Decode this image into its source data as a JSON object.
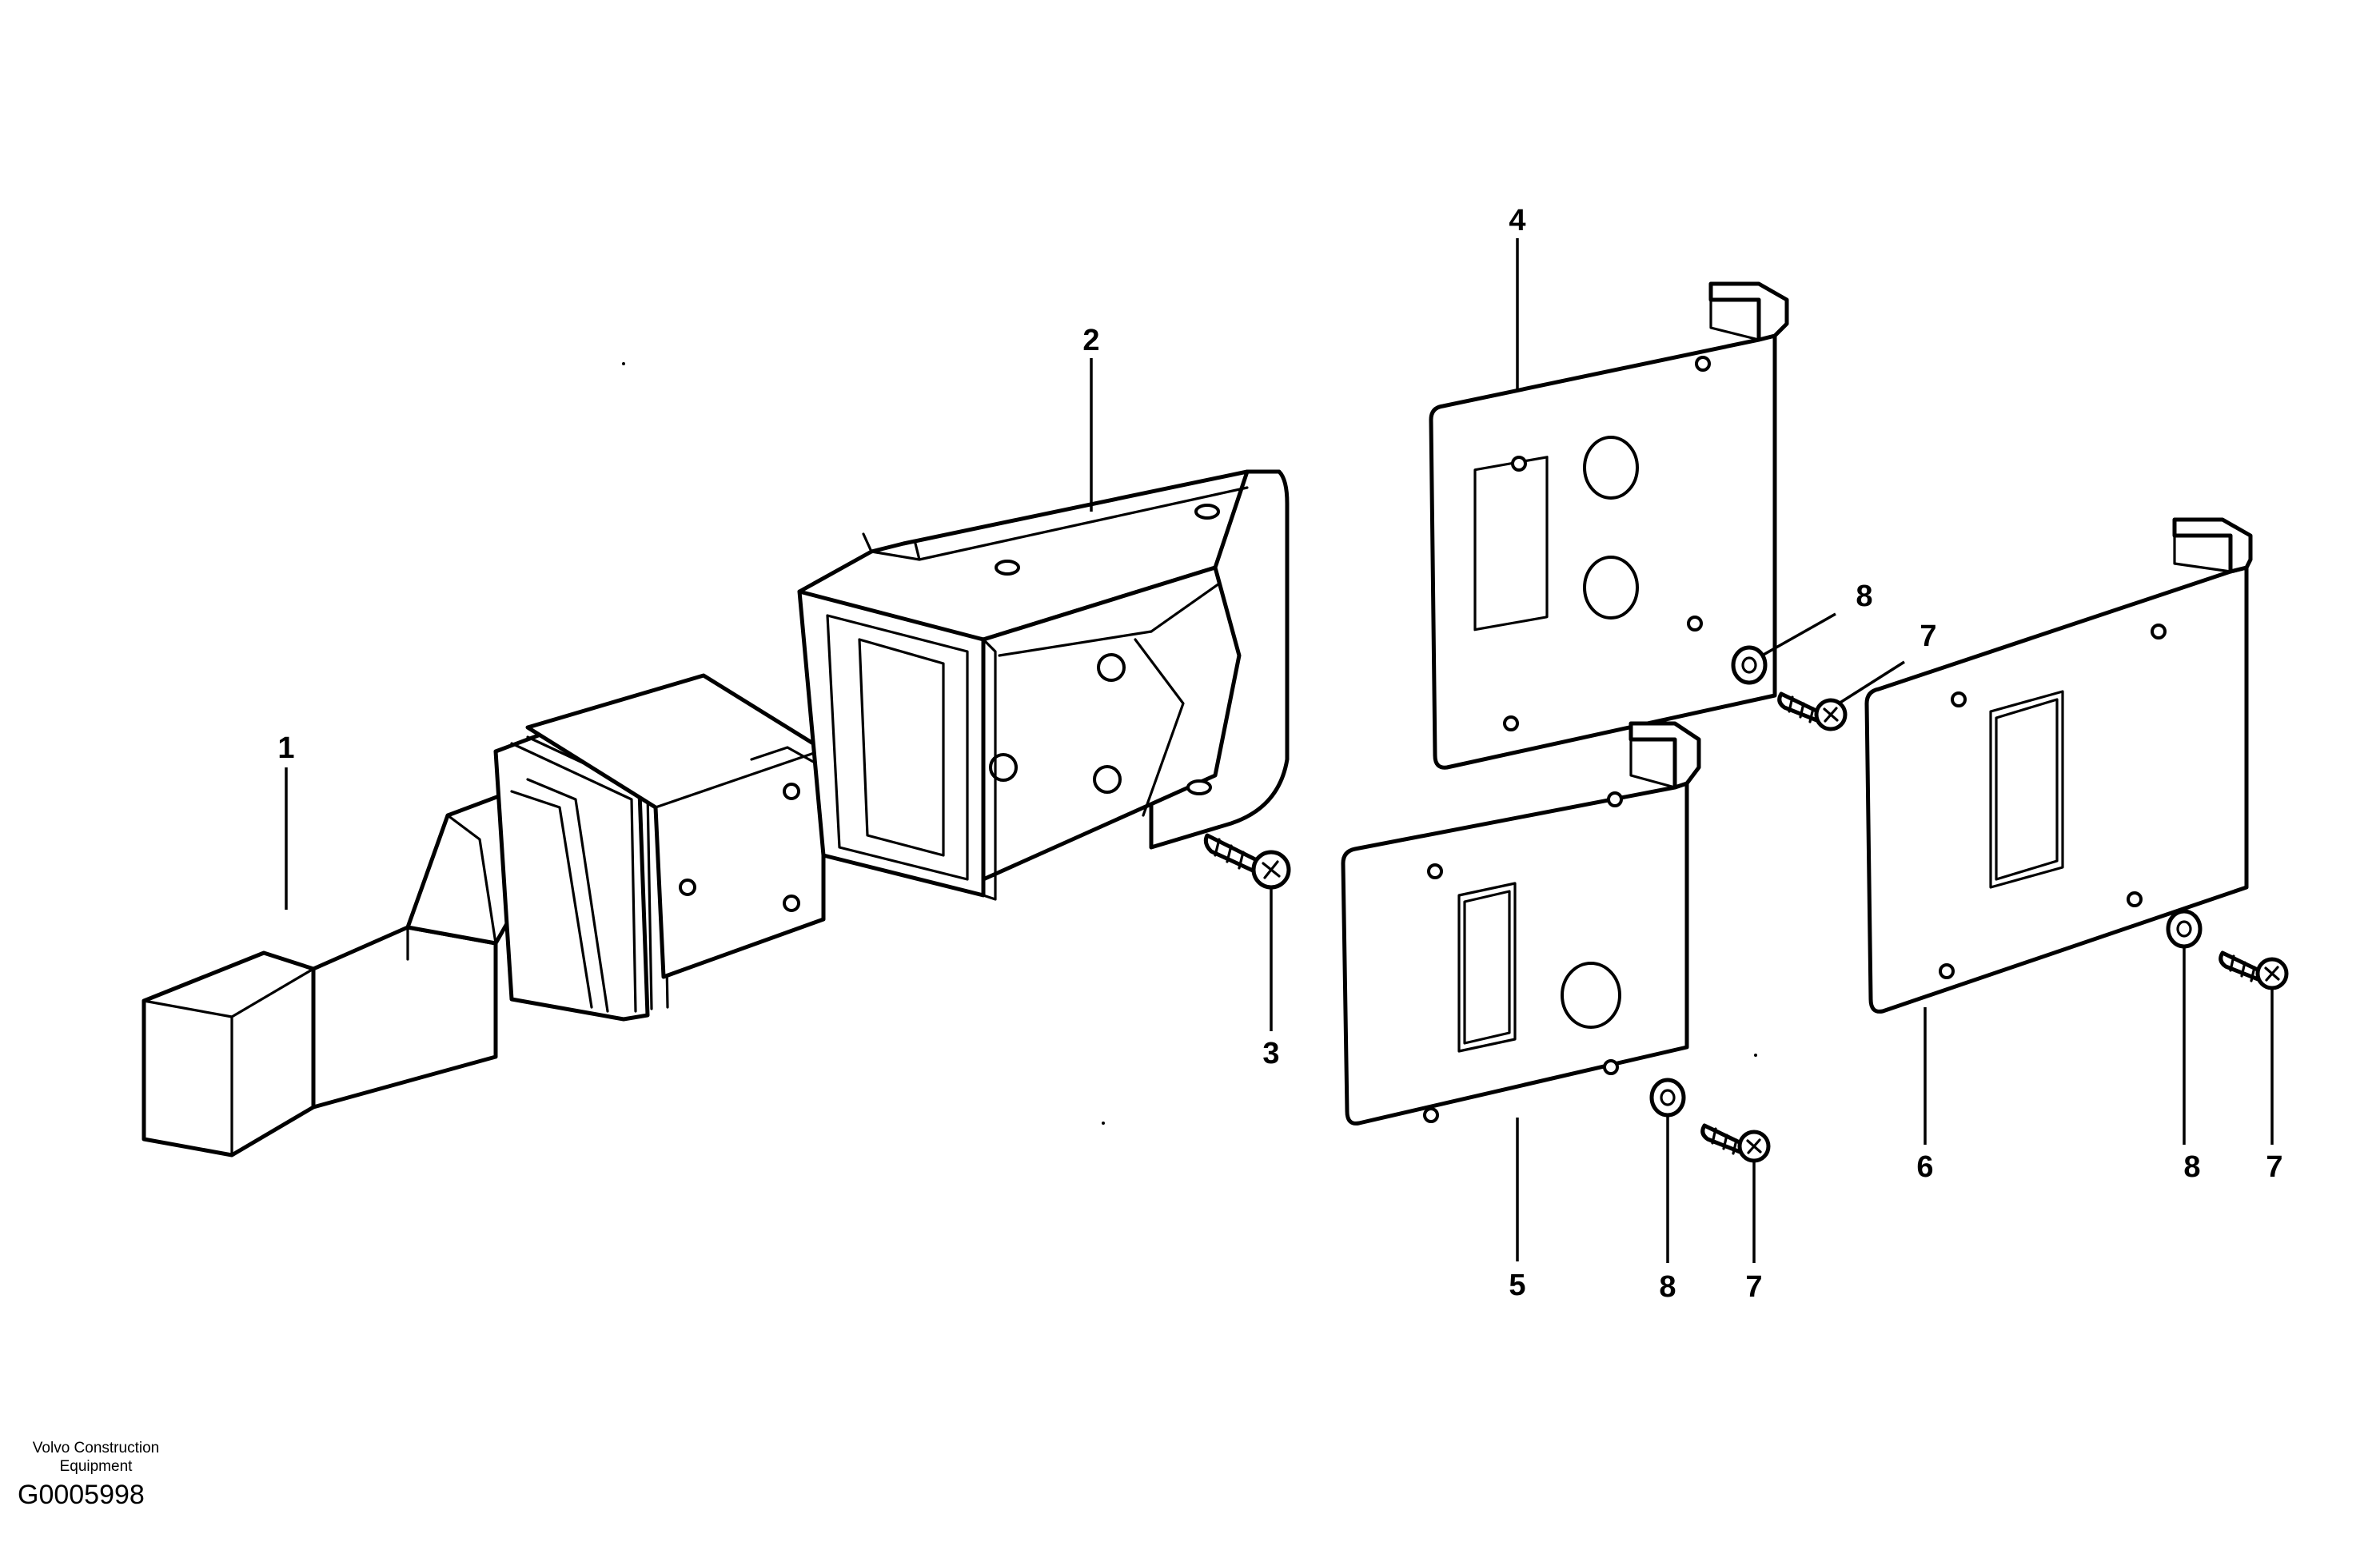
{
  "callouts": {
    "c1": "1",
    "c2": "2",
    "c3": "3",
    "c4": "4",
    "c5": "5",
    "c6": "6",
    "c7a": "7",
    "c7b": "7",
    "c7c": "7",
    "c8a": "8",
    "c8b": "8",
    "c8c": "8"
  },
  "footer": {
    "org_line1": "Volvo Construction",
    "org_line2": "Equipment",
    "drawing_code": "G0005998"
  }
}
